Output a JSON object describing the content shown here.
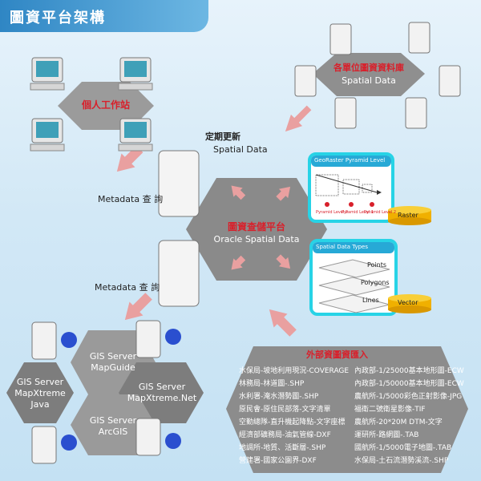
{
  "title": "圖資平台架構",
  "nodes": {
    "personal_workstation": "個人工作站",
    "unit_db_title": "各單位圖資資料庫",
    "unit_db_sub": "Spatial Data",
    "periodic_update": "定期更新",
    "periodic_sub": "Spatial Data",
    "metadata_query_1": "Metadata 查 詢",
    "metadata_query_2": "Metadata 查 詢",
    "central_title": "圖資查儲平台",
    "central_sub": "Oracle Spatial Data"
  },
  "geo_raster": {
    "title": "GeoRaster Pyramid Level",
    "levels": [
      "Pyramid Level 0",
      "Pyramid Level 1",
      "Pyramid Level 2"
    ],
    "cylinder": "Raster"
  },
  "spatial_types": {
    "title": "Spatial Data Types",
    "items": [
      "Points",
      "Polygons",
      "Lines"
    ],
    "cylinder": "Vector"
  },
  "gis_servers": [
    {
      "line1": "GIS Server",
      "line2": "MapGuide",
      "line3": ""
    },
    {
      "line1": "GIS Server",
      "line2": "MapXtreme",
      "line3": "Java"
    },
    {
      "line1": "GIS Server",
      "line2": "MapXtreme.Net",
      "line3": ""
    },
    {
      "line1": "GIS Server",
      "line2": "ArcGIS",
      "line3": ""
    }
  ],
  "external": {
    "title": "外部資圖資匯入",
    "left": [
      "水保局-坡地利用現況-COVERAGE",
      "林務局-林道圖-.SHP",
      "水利署-淹水潛勢圖-.SHP",
      "原民會-原住民部落-文字清單",
      "空勤總隊-直升機起降點-文字座標",
      "經濟部礦務局-油氣管線-DXF",
      "地調所-地質、活斷層-.SHP",
      "營建署-國家公園界-DXF"
    ],
    "right": [
      "內政部-1/25000基本地形圖-ECW",
      "內政部-1/50000基本地形圖-ECW",
      "農航所-1/5000彩色正射影像-JPG",
      "福衛二號衛星影像-TIF",
      "農航所-20*20M DTM-文字",
      "運研所-路網圖-.TAB",
      "國航所-1/5000電子地圖-.TAB",
      "水保局-土石流潛勢溪流-.SHP"
    ]
  },
  "colors": {
    "hex_gray": "#9a9a9a",
    "hex_dark": "#7d7d7d",
    "arrow": "#e9a0a0",
    "accent_red": "#d8202b",
    "cyan_border": "#27d3e6",
    "yellow_cyl": "#f0b000"
  }
}
